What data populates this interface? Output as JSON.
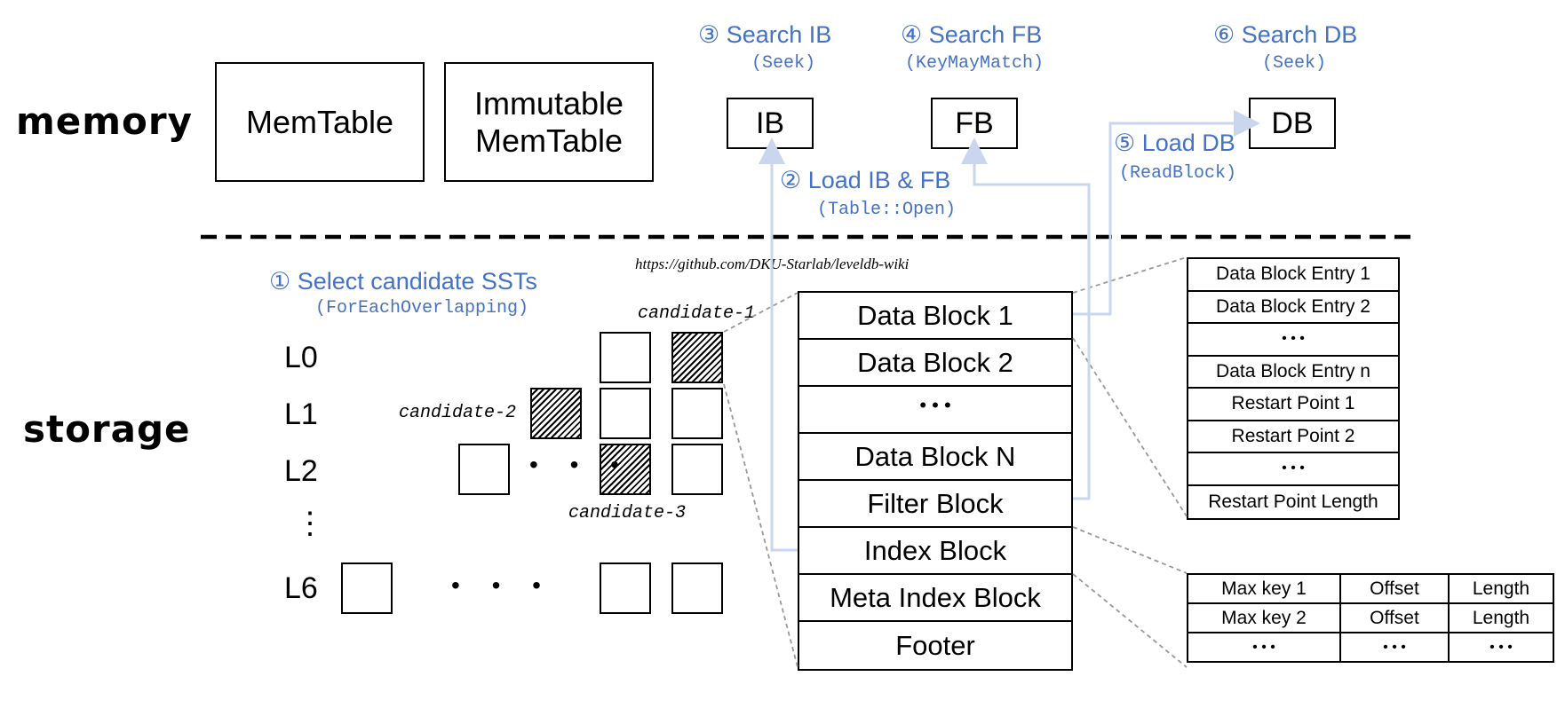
{
  "side_labels": {
    "memory": "memory",
    "storage": "storage"
  },
  "memory_boxes": {
    "memtable": "MemTable",
    "immutable_line1": "Immutable",
    "immutable_line2": "MemTable"
  },
  "memory_blocks": {
    "ib": "IB",
    "fb": "FB",
    "db": "DB"
  },
  "steps": {
    "s1": {
      "label": "① Select candidate SSTs",
      "api": "(ForEachOverlapping)"
    },
    "s2": {
      "label": "② Load IB & FB",
      "api": "(Table::Open)"
    },
    "s3": {
      "label": "③ Search IB",
      "api": "(Seek)"
    },
    "s4": {
      "label": "④ Search FB",
      "api": "(KeyMayMatch)"
    },
    "s5": {
      "label": "⑤ Load DB",
      "api": "(ReadBlock)"
    },
    "s6": {
      "label": "⑥ Search DB",
      "api": "(Seek)"
    }
  },
  "url": "https://github.com/DKU-Starlab/leveldb-wiki",
  "levels": [
    "L0",
    "L1",
    "L2",
    "⋮",
    "L6"
  ],
  "candidates": {
    "c1": "candidate-1",
    "c2": "candidate-2",
    "c3": "candidate-3"
  },
  "dots": {
    "l2": "• • •",
    "l6": "• • •"
  },
  "sst_blocks": [
    "Data Block 1",
    "Data Block 2",
    "• • •",
    "Data Block N",
    "Filter Block",
    "Index Block",
    "Meta Index Block",
    "Footer"
  ],
  "data_block_entries": [
    "Data Block Entry 1",
    "Data Block Entry 2",
    "• • •",
    "Data Block Entry n",
    "Restart Point 1",
    "Restart Point 2",
    "• • •",
    "Restart Point Length"
  ],
  "index_block_rows": [
    [
      "Max key 1",
      "Offset",
      "Length"
    ],
    [
      "Max key 2",
      "Offset",
      "Length"
    ],
    [
      "• • •",
      "• • •",
      "• • •"
    ]
  ],
  "colors": {
    "step_blue": "#4472c4",
    "arrow_blue": "#c9d6ee",
    "dashed_gray": "#999999"
  }
}
